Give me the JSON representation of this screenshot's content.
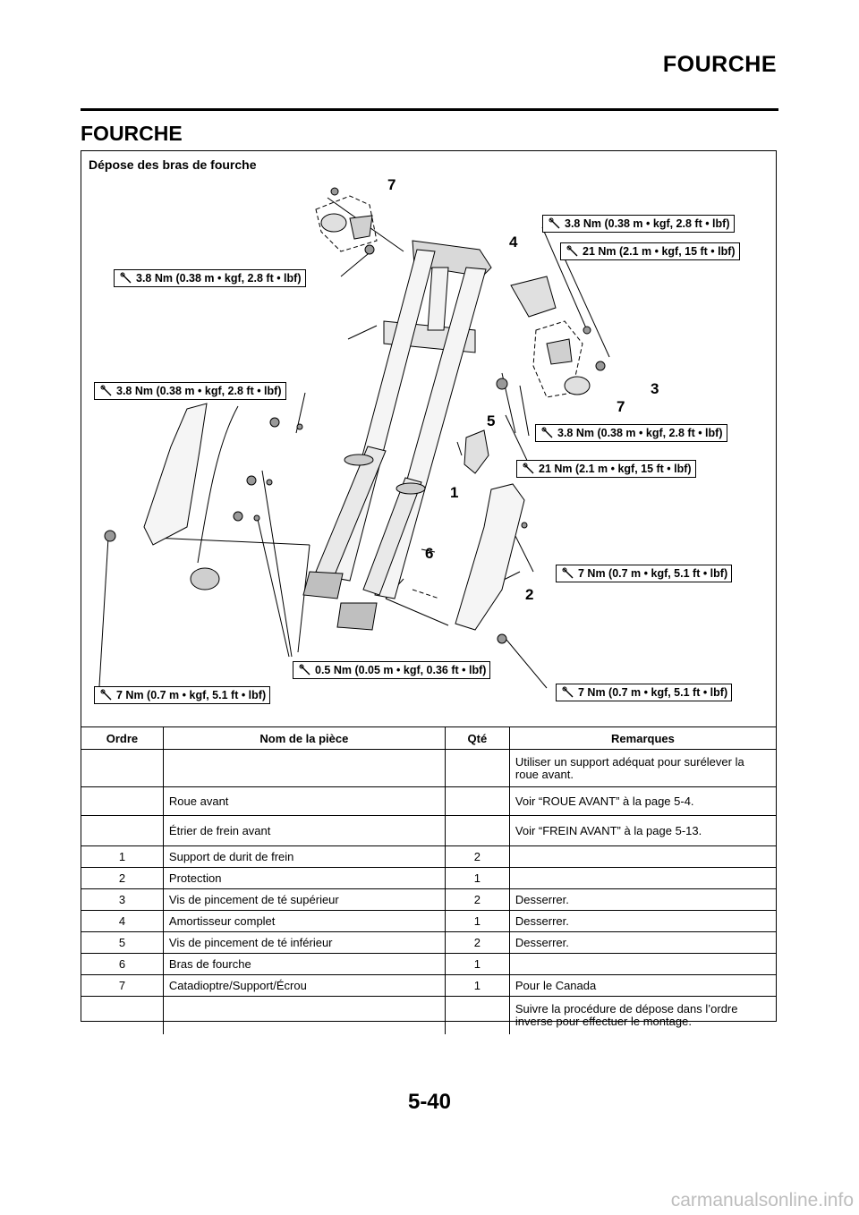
{
  "header": {
    "title": "FOURCHE"
  },
  "section": {
    "title": "FOURCHE"
  },
  "diagram": {
    "title": "Dépose des bras de fourche",
    "torque_labels": [
      "3.8 Nm (0.38 m • kgf, 2.8 ft • lbf)",
      "21 Nm (2.1 m • kgf, 15 ft • lbf)",
      "3.8 Nm (0.38 m • kgf, 2.8 ft • lbf)",
      "3.8 Nm (0.38 m • kgf, 2.8 ft • lbf)",
      "3.8 Nm (0.38 m • kgf, 2.8 ft • lbf)",
      "21 Nm (2.1 m • kgf, 15 ft • lbf)",
      "7 Nm (0.7 m • kgf, 5.1 ft • lbf)",
      "0.5 Nm (0.05 m • kgf, 0.36 ft • lbf)",
      "7 Nm (0.7 m • kgf, 5.1 ft • lbf)",
      "7 Nm (0.7 m • kgf, 5.1 ft • lbf)"
    ],
    "callouts": [
      "7",
      "4",
      "3",
      "7",
      "5",
      "1",
      "6",
      "2"
    ]
  },
  "table": {
    "headers": [
      "Ordre",
      "Nom de la pièce",
      "Qté",
      "Remarques"
    ],
    "rows": [
      [
        "",
        "",
        "",
        "Utiliser un support adéquat pour surélever la roue avant."
      ],
      [
        "",
        "Roue avant",
        "",
        "Voir “ROUE AVANT” à la page 5-4."
      ],
      [
        "",
        "Étrier de frein avant",
        "",
        "Voir “FREIN AVANT” à la page 5-13."
      ],
      [
        "1",
        "Support de durit de frein",
        "2",
        ""
      ],
      [
        "2",
        "Protection",
        "1",
        ""
      ],
      [
        "3",
        "Vis de pincement de té supérieur",
        "2",
        "Desserrer."
      ],
      [
        "4",
        "Amortisseur complet",
        "1",
        "Desserrer."
      ],
      [
        "5",
        "Vis de pincement de té inférieur",
        "2",
        "Desserrer."
      ],
      [
        "6",
        "Bras de fourche",
        "1",
        ""
      ],
      [
        "7",
        "Catadioptre/Support/Écrou",
        "1",
        "Pour le Canada"
      ],
      [
        "",
        "",
        "",
        "Suivre la procédure de dépose dans l’ordre inverse pour effectuer le montage."
      ]
    ]
  },
  "footer": {
    "page_number": "5-40",
    "watermark": "carmanualsonline.info"
  }
}
